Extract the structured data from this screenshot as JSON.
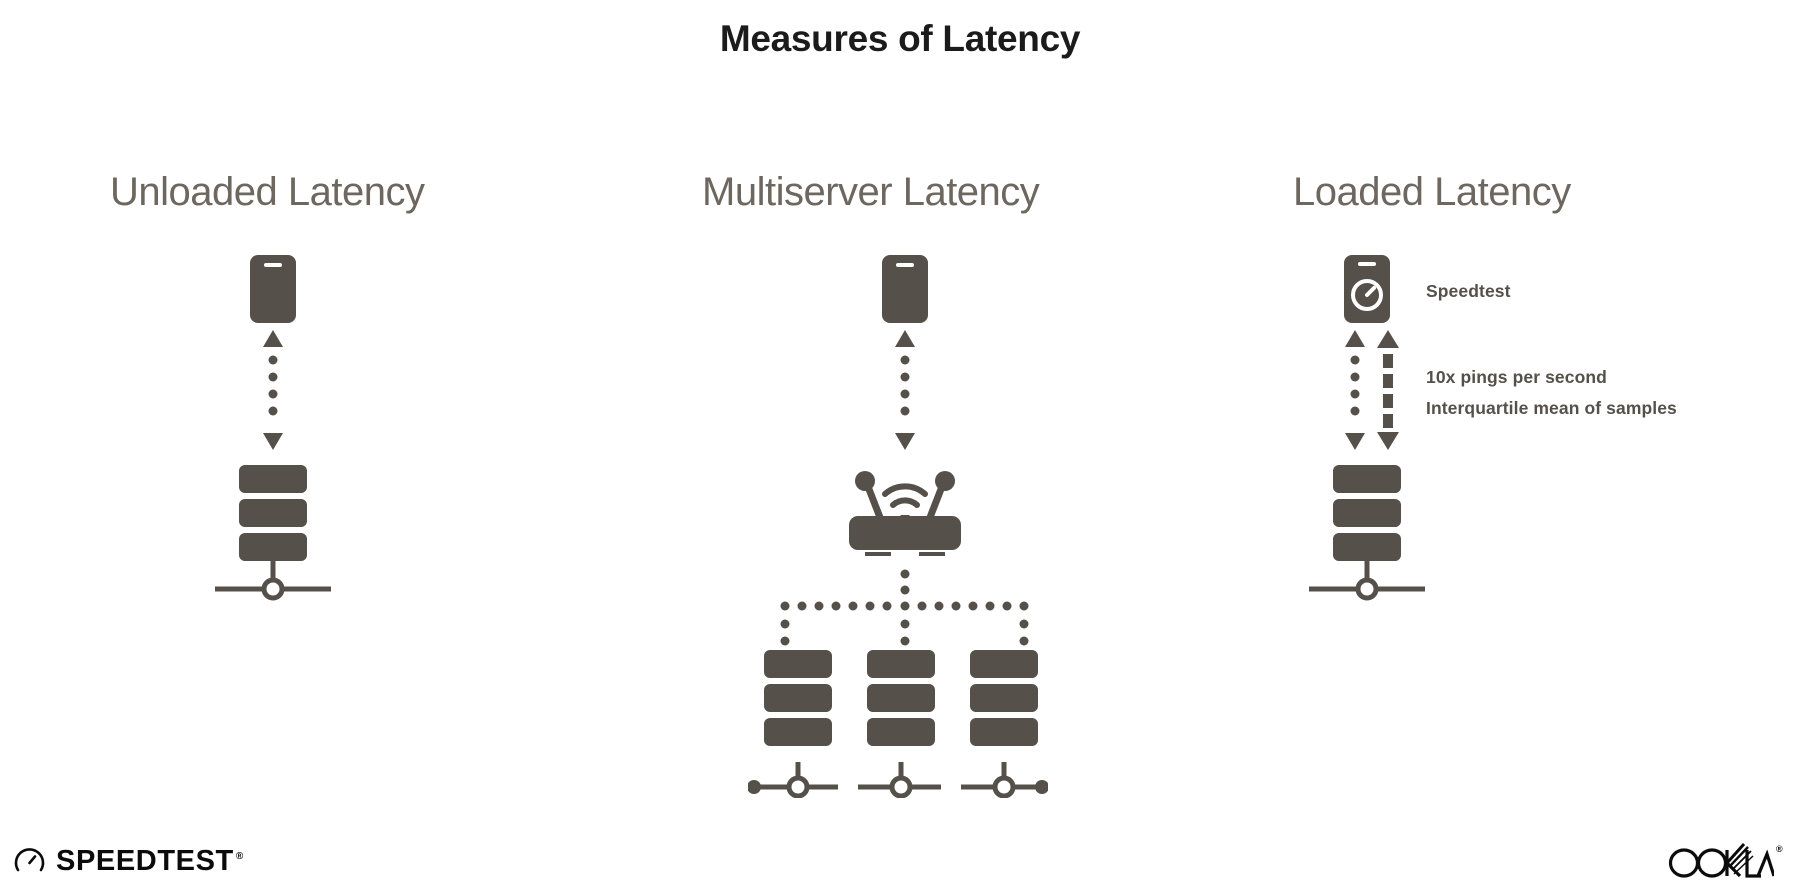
{
  "page": {
    "title": "Measures of Latency",
    "background": "#ffffff",
    "ink_color": "#55504a",
    "heading_color": "#6d675f",
    "title_color": "#1b1b1b"
  },
  "columns": [
    {
      "id": "unloaded",
      "heading": "Unloaded Latency",
      "device_icon": "phone-icon",
      "link_icon": "dotted-double-arrow-icon",
      "endpoint_icon": "server-stack-icon",
      "notes": []
    },
    {
      "id": "multiserver",
      "heading": "Multiserver Latency",
      "device_icon": "phone-icon",
      "link_icon": "dotted-double-arrow-icon",
      "endpoint_icon": "router-icon",
      "fanout_icon": "dotted-branch-tree-icon",
      "server_count": 3,
      "notes": []
    },
    {
      "id": "loaded",
      "heading": "Loaded Latency",
      "device_icon": "phone-speedtest-icon",
      "link_icon": "dotted-and-dashed-double-arrow-icon",
      "endpoint_icon": "server-stack-icon",
      "notes": [
        "Speedtest",
        "10x pings per second",
        "Interquartile mean of samples"
      ]
    }
  ],
  "annotations": {
    "speedtest_label": "Speedtest",
    "pings_label": "10x pings per second",
    "iqm_label": "Interquartile mean of samples"
  },
  "footer": {
    "speedtest_logo_text": "SPEEDTEST",
    "speedtest_registered": "®",
    "ookla_logo_text": "OOKLA",
    "ookla_registered": "®"
  }
}
